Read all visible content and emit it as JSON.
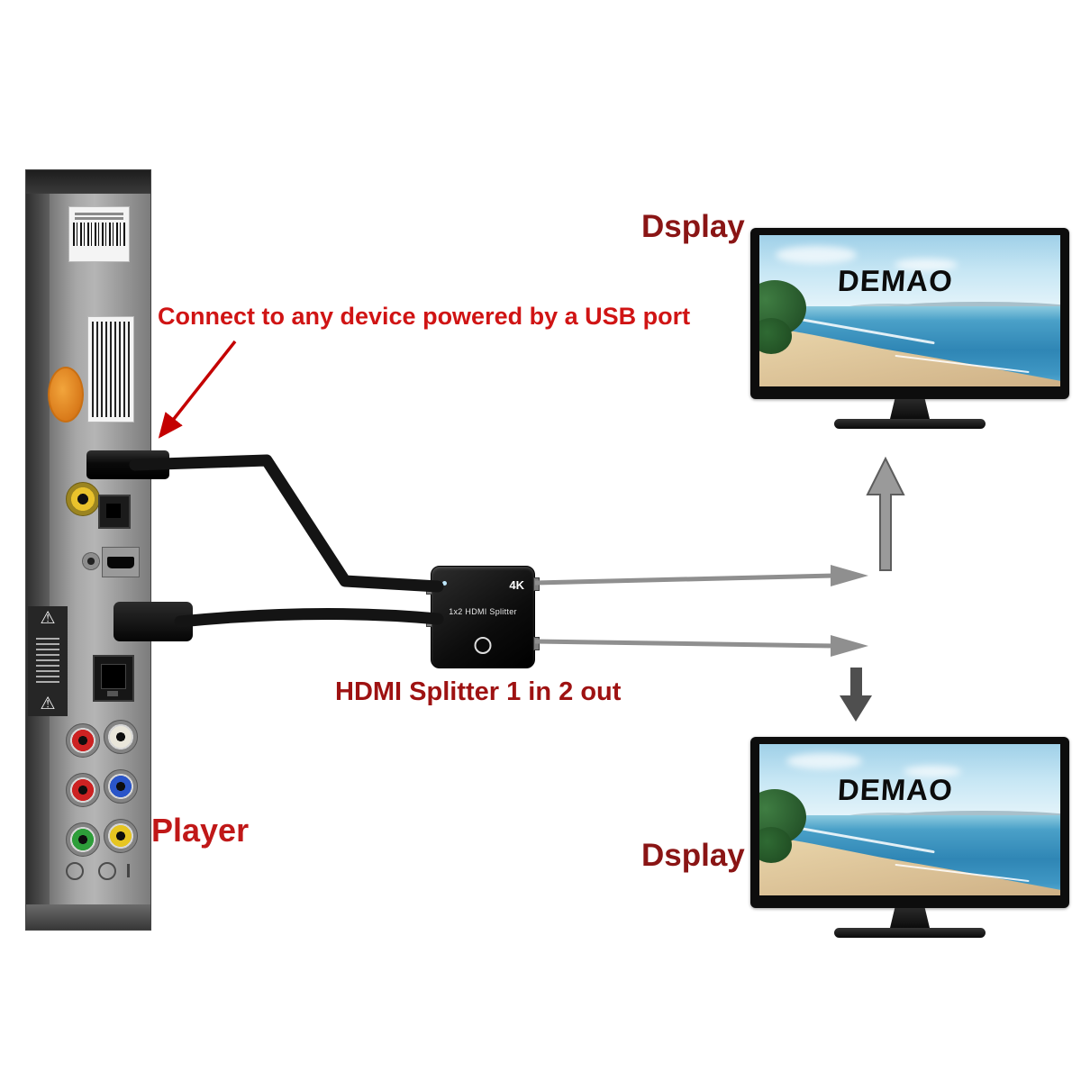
{
  "annotations": {
    "usb_note": "Connect to any device powered by a USB port",
    "splitter_caption": "HDMI Splitter 1 in 2 out",
    "player_label": "Player",
    "display_top_label": "Dsplay",
    "display_bottom_label": "Dsplay"
  },
  "splitter": {
    "model_label": "1x2 HDMI Splitter",
    "badge_4k": "4K"
  },
  "tv_brand": "DEMAO",
  "colors": {
    "annotation_red": "#d01414",
    "caption_dark_red": "#9e1212",
    "player_red": "#c01818",
    "display_label_red": "#8a1515",
    "tv_bezel_black": "#0d0d0d",
    "sea_blue": "#2f86b5",
    "sand_tan": "#d8c49a",
    "cable_black": "#141414",
    "arrow_gray": "#8f8f8f"
  }
}
